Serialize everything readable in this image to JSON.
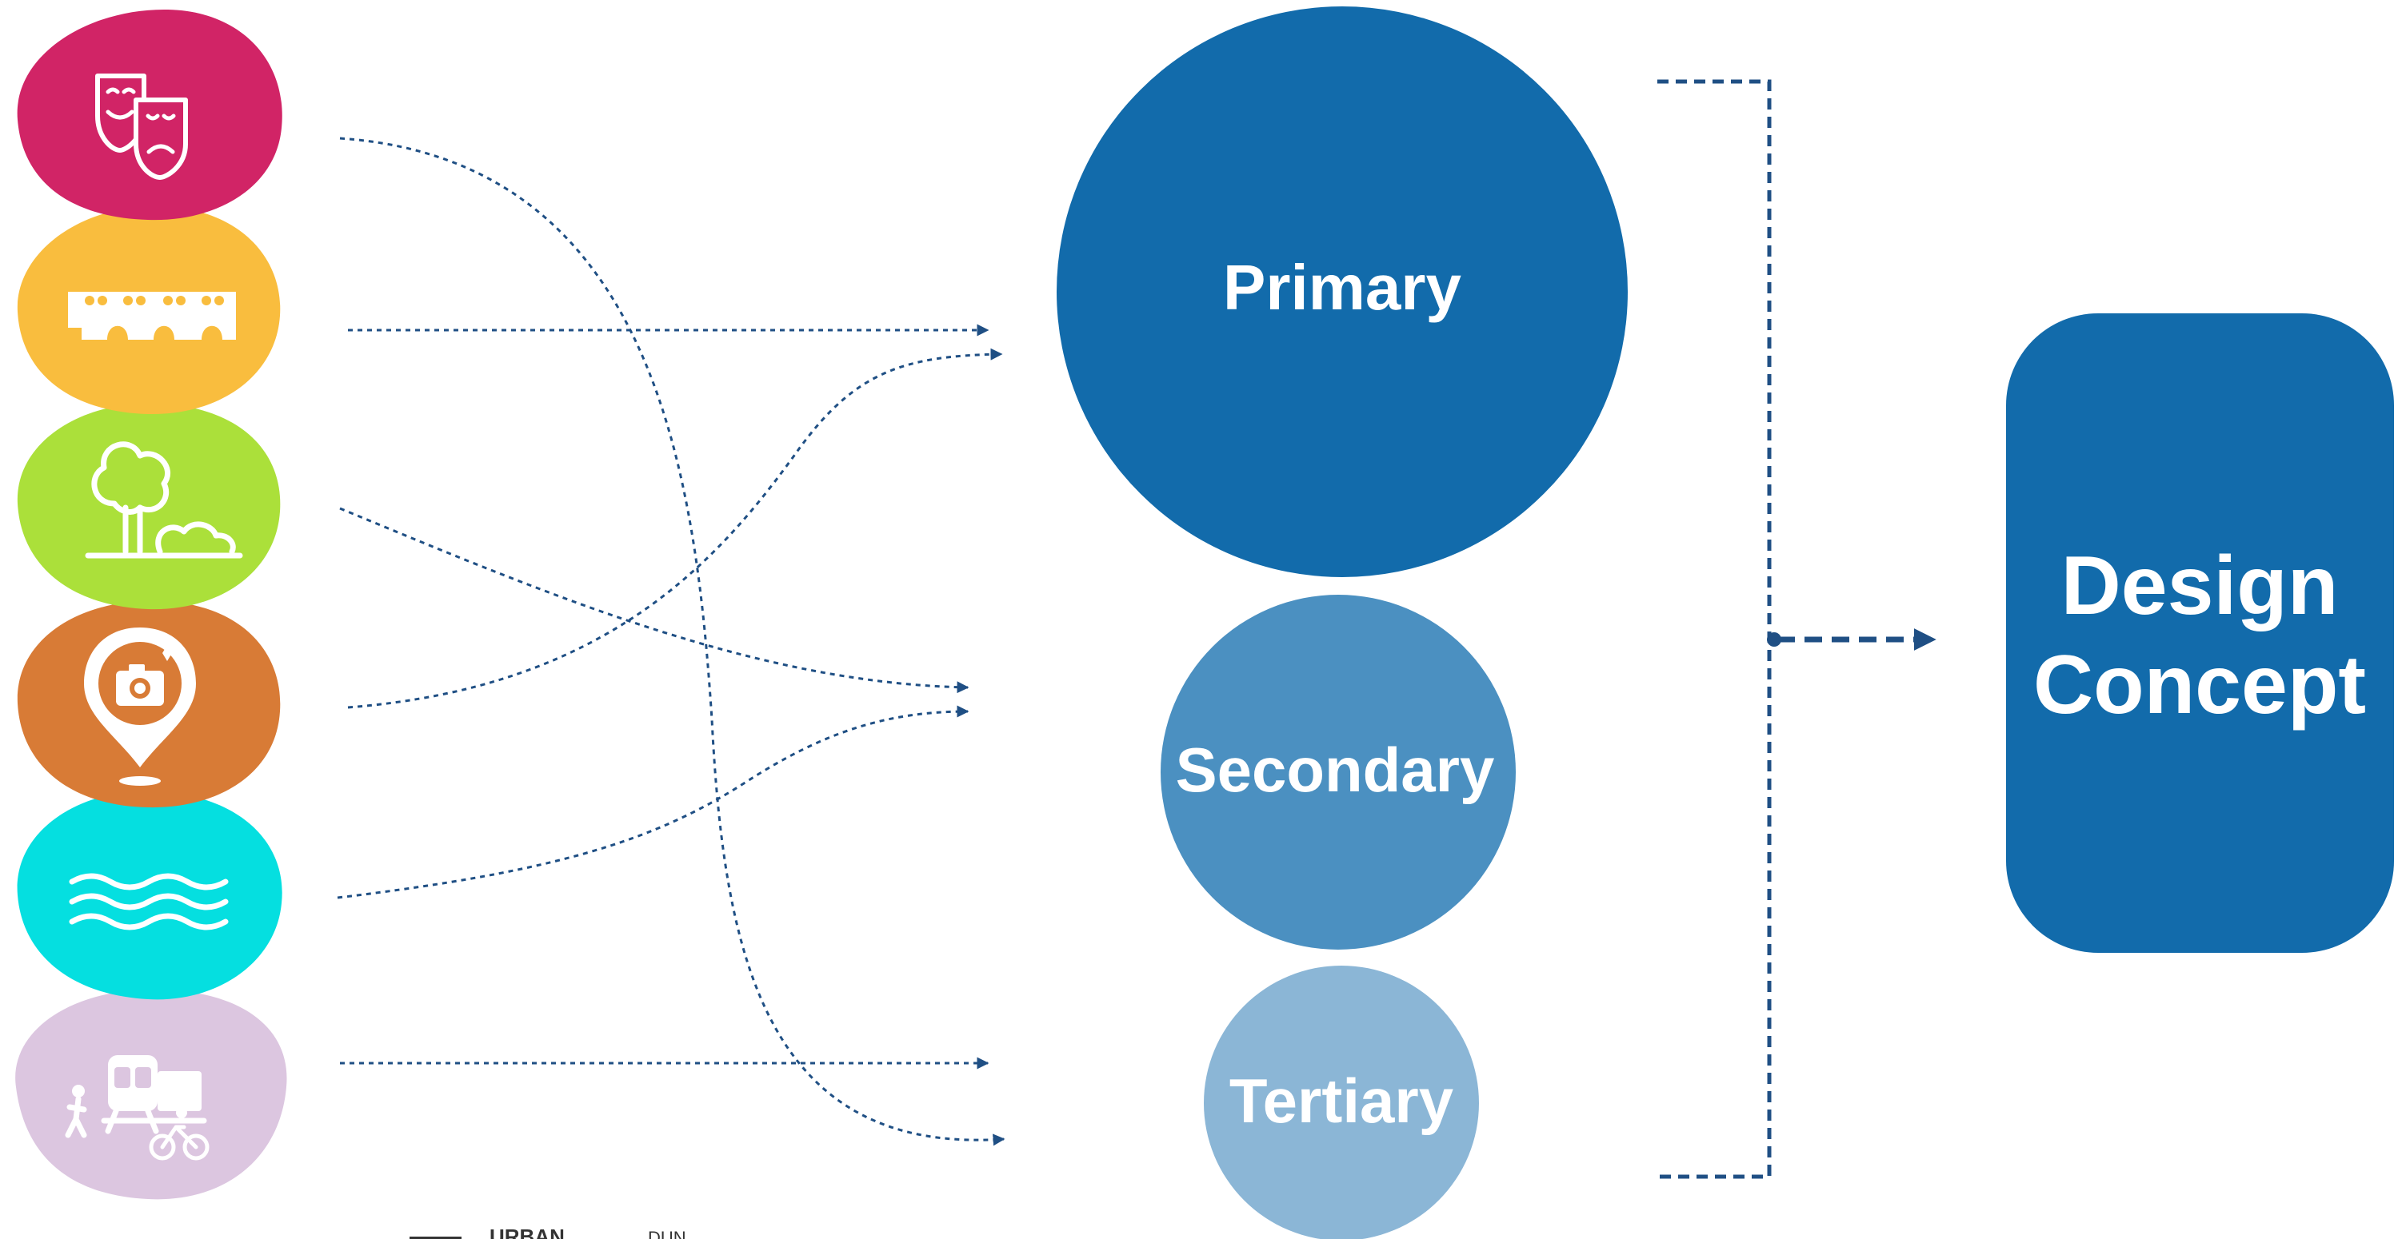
{
  "colors": {
    "primary": "#126bab",
    "secondary": "#4b90c1",
    "tertiary": "#8bb6d6",
    "concept": "#126bab",
    "connector": "#1f4f84",
    "blob_culture": "#d12466",
    "blob_heritage": "#f9bd3e",
    "blob_nature": "#abe03a",
    "blob_tourism": "#d87b36",
    "blob_water": "#05dfe0",
    "blob_transport": "#dcc6e0"
  },
  "categories": [
    {
      "key": "culture",
      "icon": "theatre-masks-icon"
    },
    {
      "key": "heritage",
      "icon": "aqueduct-bridge-icon"
    },
    {
      "key": "nature",
      "icon": "tree-park-icon"
    },
    {
      "key": "tourism",
      "icon": "camera-pin-icon"
    },
    {
      "key": "water",
      "icon": "water-waves-icon"
    },
    {
      "key": "transport",
      "icon": "train-pedestrian-bike-icon"
    }
  ],
  "levels": {
    "primary": "Primary",
    "secondary": "Secondary",
    "tertiary": "Tertiary"
  },
  "concept": {
    "line1": "Design",
    "line2": "Concept"
  },
  "footer": {
    "left": "URBAN",
    "right": "DUN"
  }
}
